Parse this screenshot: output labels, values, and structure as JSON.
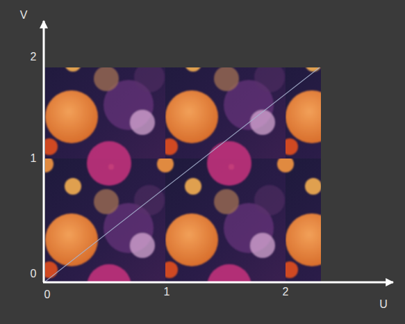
{
  "diagram": {
    "labels": [
      "V",
      "2",
      "1",
      "0",
      "0",
      "1",
      "2",
      "U"
    ]
  }
}
